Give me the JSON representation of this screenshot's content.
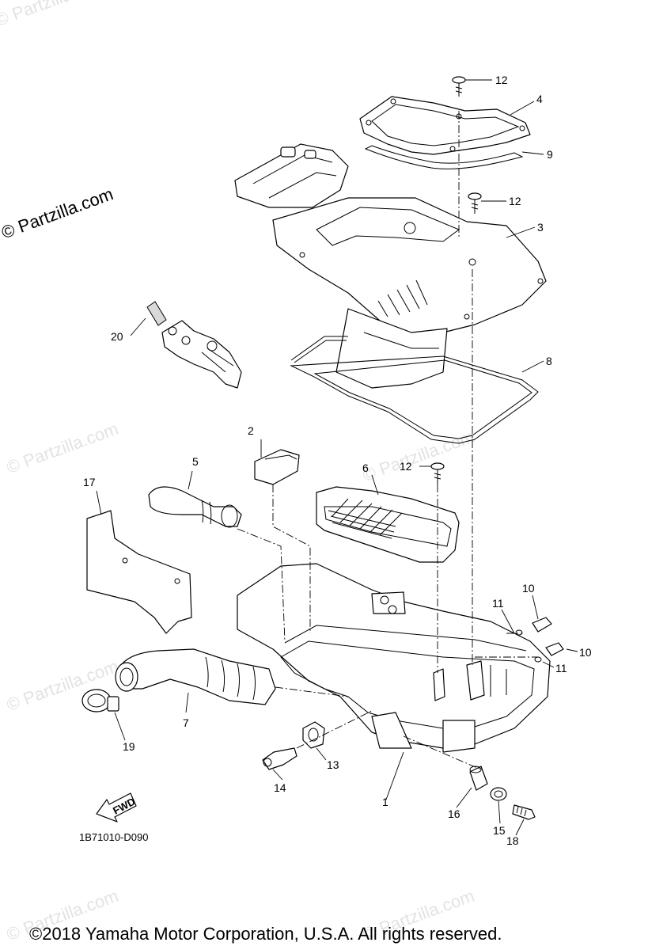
{
  "watermarks": {
    "main": "© Partzilla.com",
    "faint": "© Partzilla.com"
  },
  "callouts": {
    "c1": "1",
    "c2": "2",
    "c3": "3",
    "c4": "4",
    "c5": "5",
    "c6": "6",
    "c7": "7",
    "c8": "8",
    "c9": "9",
    "c10a": "10",
    "c10b": "10",
    "c11a": "11",
    "c11b": "11",
    "c12a": "12",
    "c12b": "12",
    "c12c": "12",
    "c13": "13",
    "c14": "14",
    "c15": "15",
    "c16": "16",
    "c17": "17",
    "c18": "18",
    "c19": "19",
    "c20": "20"
  },
  "fwd_label": "FWD",
  "diagram_code": "1B71010-D090",
  "copyright": "©2018 Yamaha Motor Corporation, U.S.A. All rights reserved."
}
